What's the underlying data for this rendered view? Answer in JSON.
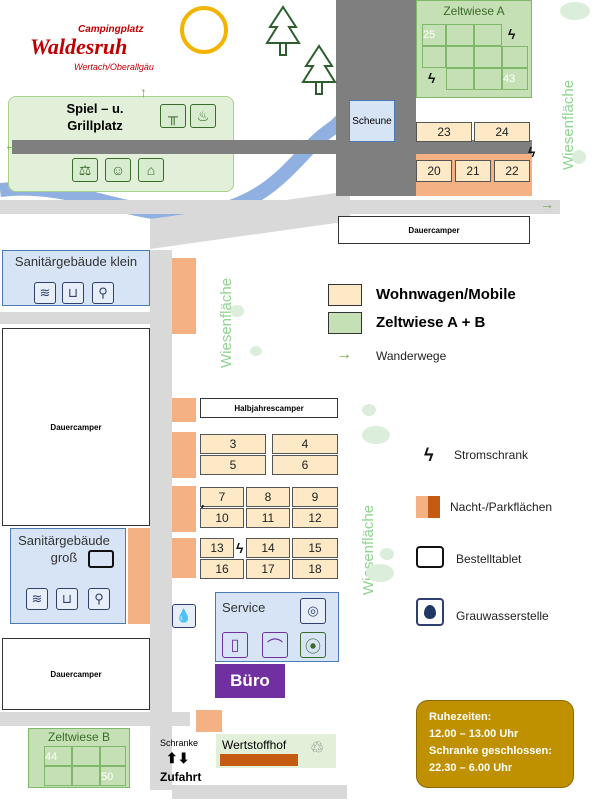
{
  "logo": {
    "top": "Campingplatz",
    "name": "Waldesruh",
    "sub": "Wertach/Oberallgäu"
  },
  "grill": {
    "title_line1": "Spiel – u.",
    "title_line2": "Grillplatz"
  },
  "zeltwiese_a": {
    "title": "Zeltwiese A",
    "first": "25",
    "last": "43"
  },
  "zeltwiese_b": {
    "title": "Zeltwiese B",
    "first": "44",
    "last": "50"
  },
  "scheune": "Scheune",
  "dauercamper_top": "Dauercamper",
  "dauercamper_left": "Dauercamper",
  "dauercamper_bottom": "Dauercamper",
  "halbjahrescamper": "Halbjahrescamper",
  "sanitaer_klein": "Sanitärgebäude klein",
  "sanitaer_gross_line1": "Sanitärgebäude",
  "sanitaer_gross_line2": "groß",
  "service": "Service",
  "buero": "Büro",
  "wertstoffhof": "Wertstoffhof",
  "schranke": "Schranke",
  "zufahrt": "Zufahrt",
  "wiesenflaeche": "Wiesenfläche",
  "pitches": {
    "p3": "3",
    "p4": "4",
    "p5": "5",
    "p6": "6",
    "p7": "7",
    "p8": "8",
    "p9": "9",
    "p10": "10",
    "p11": "11",
    "p12": "12",
    "p13": "13",
    "p14": "14",
    "p15": "15",
    "p16": "16",
    "p17": "17",
    "p18": "18",
    "p20": "20",
    "p21": "21",
    "p22": "22",
    "p23": "23",
    "p24": "24"
  },
  "legend": {
    "wohnwagen": "Wohnwagen/Mobile",
    "zeltwiese": "Zeltwiese A + B",
    "wanderwege": "Wanderwege",
    "stromschrank": "Stromschrank",
    "parkflaechen": "Nacht-/Parkflächen",
    "bestelltablet": "Bestelltablet",
    "grauwasser": "Grauwasserstelle"
  },
  "ruhezeiten": {
    "title": "Ruhezeiten:",
    "line1": "12.00 – 13.00 Uhr",
    "line2": "Schranke geschlossen:",
    "line3": "22.30 – 6.00 Uhr"
  },
  "colors": {
    "wohnwagen": "#fde9c6",
    "zeltwiese": "#c5e0b4",
    "park": "#f4b183",
    "buero": "#7030a0",
    "ruhezeiten": "#bf9000",
    "wiese_text": "#8fd48f",
    "river": "#8fb0e0"
  }
}
